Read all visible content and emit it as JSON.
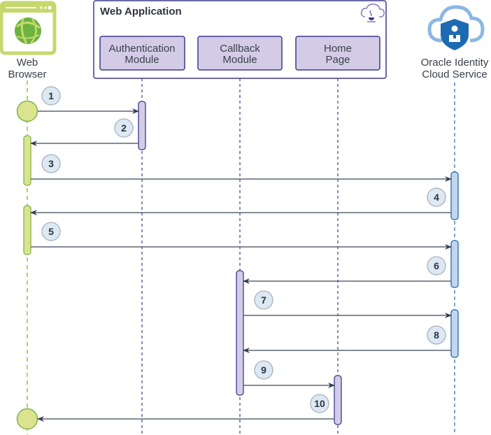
{
  "participants": {
    "browser": {
      "label_lines": [
        "Web",
        "Browser"
      ],
      "icon": "browser-globe-icon",
      "color": "#c5d86d"
    },
    "web_app": {
      "title": "Web Application",
      "icon": "cloud-java-icon",
      "modules": [
        {
          "id": "auth",
          "label_lines": [
            "Authentication",
            "Module"
          ]
        },
        {
          "id": "callback",
          "label_lines": [
            "Callback",
            "Module"
          ]
        },
        {
          "id": "home",
          "label_lines": [
            "Home",
            "Page"
          ]
        }
      ]
    },
    "idcs": {
      "label_lines": [
        "Oracle Identity",
        "Cloud Service"
      ],
      "icon": "cloud-shield-user-icon",
      "color": "#1e6ab2"
    }
  },
  "messages": [
    {
      "step": "1",
      "from": "browser",
      "to": "auth"
    },
    {
      "step": "2",
      "from": "auth",
      "to": "browser"
    },
    {
      "step": "3",
      "from": "browser",
      "to": "idcs"
    },
    {
      "step": "4",
      "from": "idcs",
      "to": "browser"
    },
    {
      "step": "5",
      "from": "browser",
      "to": "idcs"
    },
    {
      "step": "6",
      "from": "idcs",
      "to": "callback"
    },
    {
      "step": "7",
      "from": "callback",
      "to": "idcs"
    },
    {
      "step": "8",
      "from": "idcs",
      "to": "callback"
    },
    {
      "step": "9",
      "from": "callback",
      "to": "home"
    },
    {
      "step": "10",
      "from": "home",
      "to": "browser"
    }
  ]
}
